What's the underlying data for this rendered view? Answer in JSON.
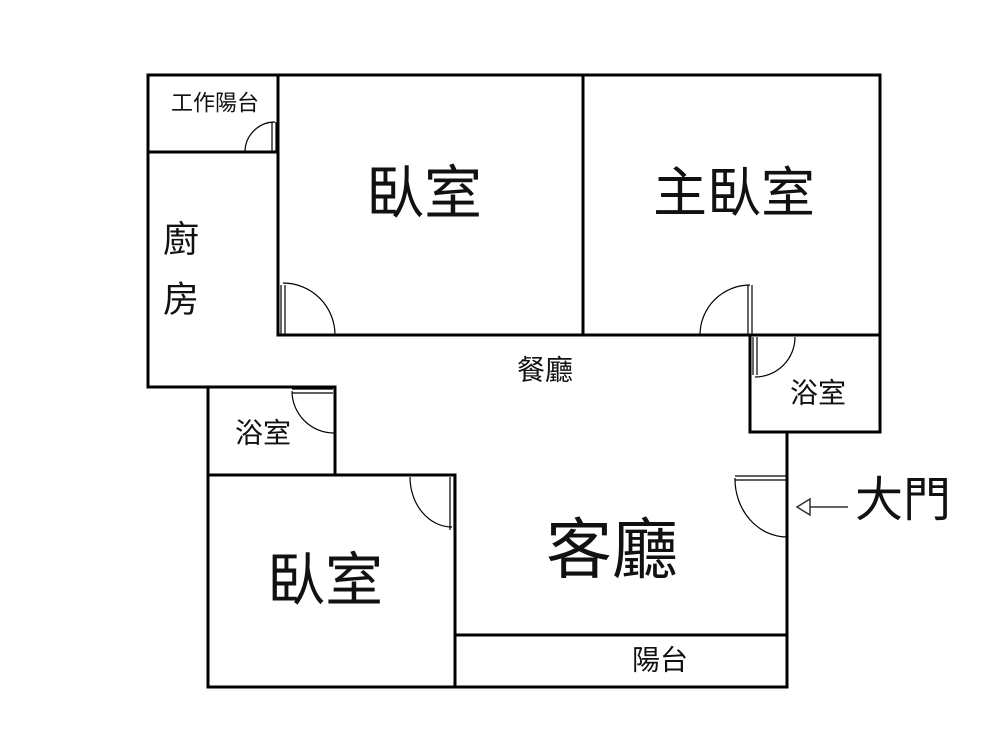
{
  "rooms": {
    "utility_balcony": "工作陽台",
    "kitchen_1": "廚",
    "kitchen_2": "房",
    "bedroom_1": "臥室",
    "master_bedroom": "主臥室",
    "dining_room": "餐廳",
    "bathroom_right": "浴室",
    "bathroom_left": "浴室",
    "living_room": "客廳",
    "bedroom_2": "臥室",
    "balcony": "陽台"
  },
  "entrance": {
    "label": "大門",
    "icon": "arrow-left-icon"
  },
  "colors": {
    "wall": "#000000",
    "background": "#ffffff"
  }
}
